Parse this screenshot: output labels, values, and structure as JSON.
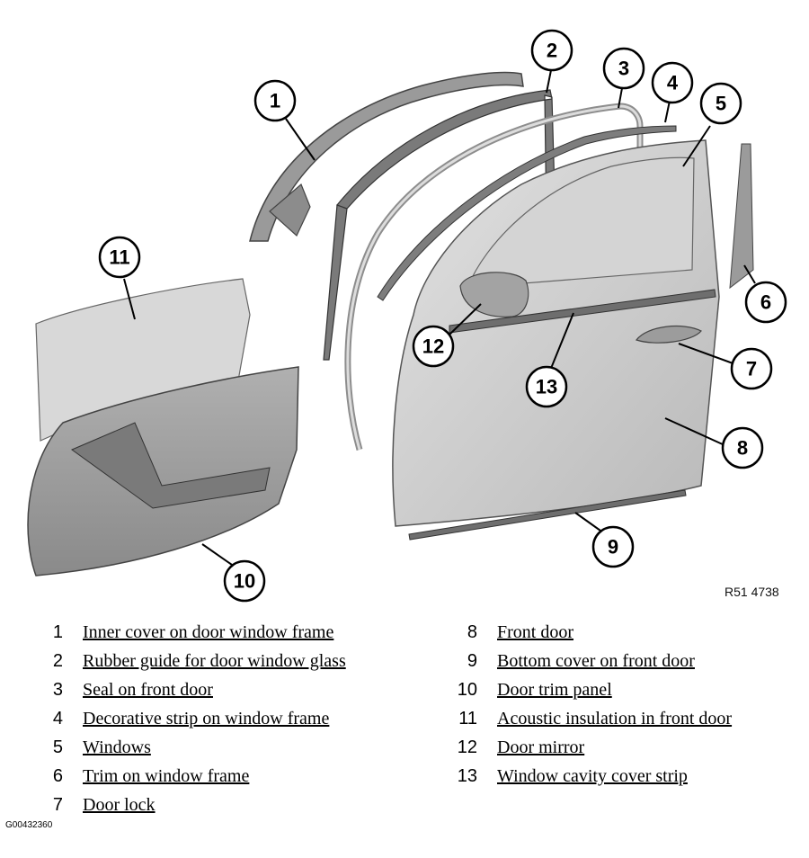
{
  "figure": {
    "reference_code": "R51 4738",
    "image_id": "G00432360",
    "callout_numbers": [
      "1",
      "2",
      "3",
      "4",
      "5",
      "6",
      "7",
      "8",
      "9",
      "10",
      "11",
      "12",
      "13"
    ]
  },
  "legend": [
    {
      "number": "1",
      "label": "Inner cover on door window frame"
    },
    {
      "number": "2",
      "label": "Rubber guide for door window glass"
    },
    {
      "number": "3",
      "label": "Seal on front door"
    },
    {
      "number": "4",
      "label": "Decorative strip on window frame"
    },
    {
      "number": "5",
      "label": "Windows"
    },
    {
      "number": "6",
      "label": "Trim on window frame"
    },
    {
      "number": "7",
      "label": "Door lock"
    },
    {
      "number": "8",
      "label": "Front door"
    },
    {
      "number": "9",
      "label": "Bottom cover on front door"
    },
    {
      "number": "10",
      "label": "Door trim panel"
    },
    {
      "number": "11",
      "label": "Acoustic insulation in front door"
    },
    {
      "number": "12",
      "label": "Door mirror"
    },
    {
      "number": "13",
      "label": "Window cavity cover strip"
    }
  ]
}
